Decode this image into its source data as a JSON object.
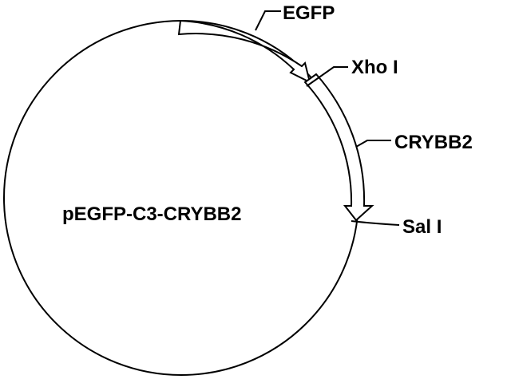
{
  "plasmid": {
    "name": "pEGFP-C3-CRYBB2"
  },
  "features": [
    {
      "name": "EGFP",
      "type": "gene"
    },
    {
      "name": "CRYBB2",
      "type": "gene"
    }
  ],
  "sites": [
    {
      "name": "Xho I"
    },
    {
      "name": "Sal I"
    }
  ],
  "colors": {
    "stroke": "#000000",
    "background": "#ffffff"
  }
}
